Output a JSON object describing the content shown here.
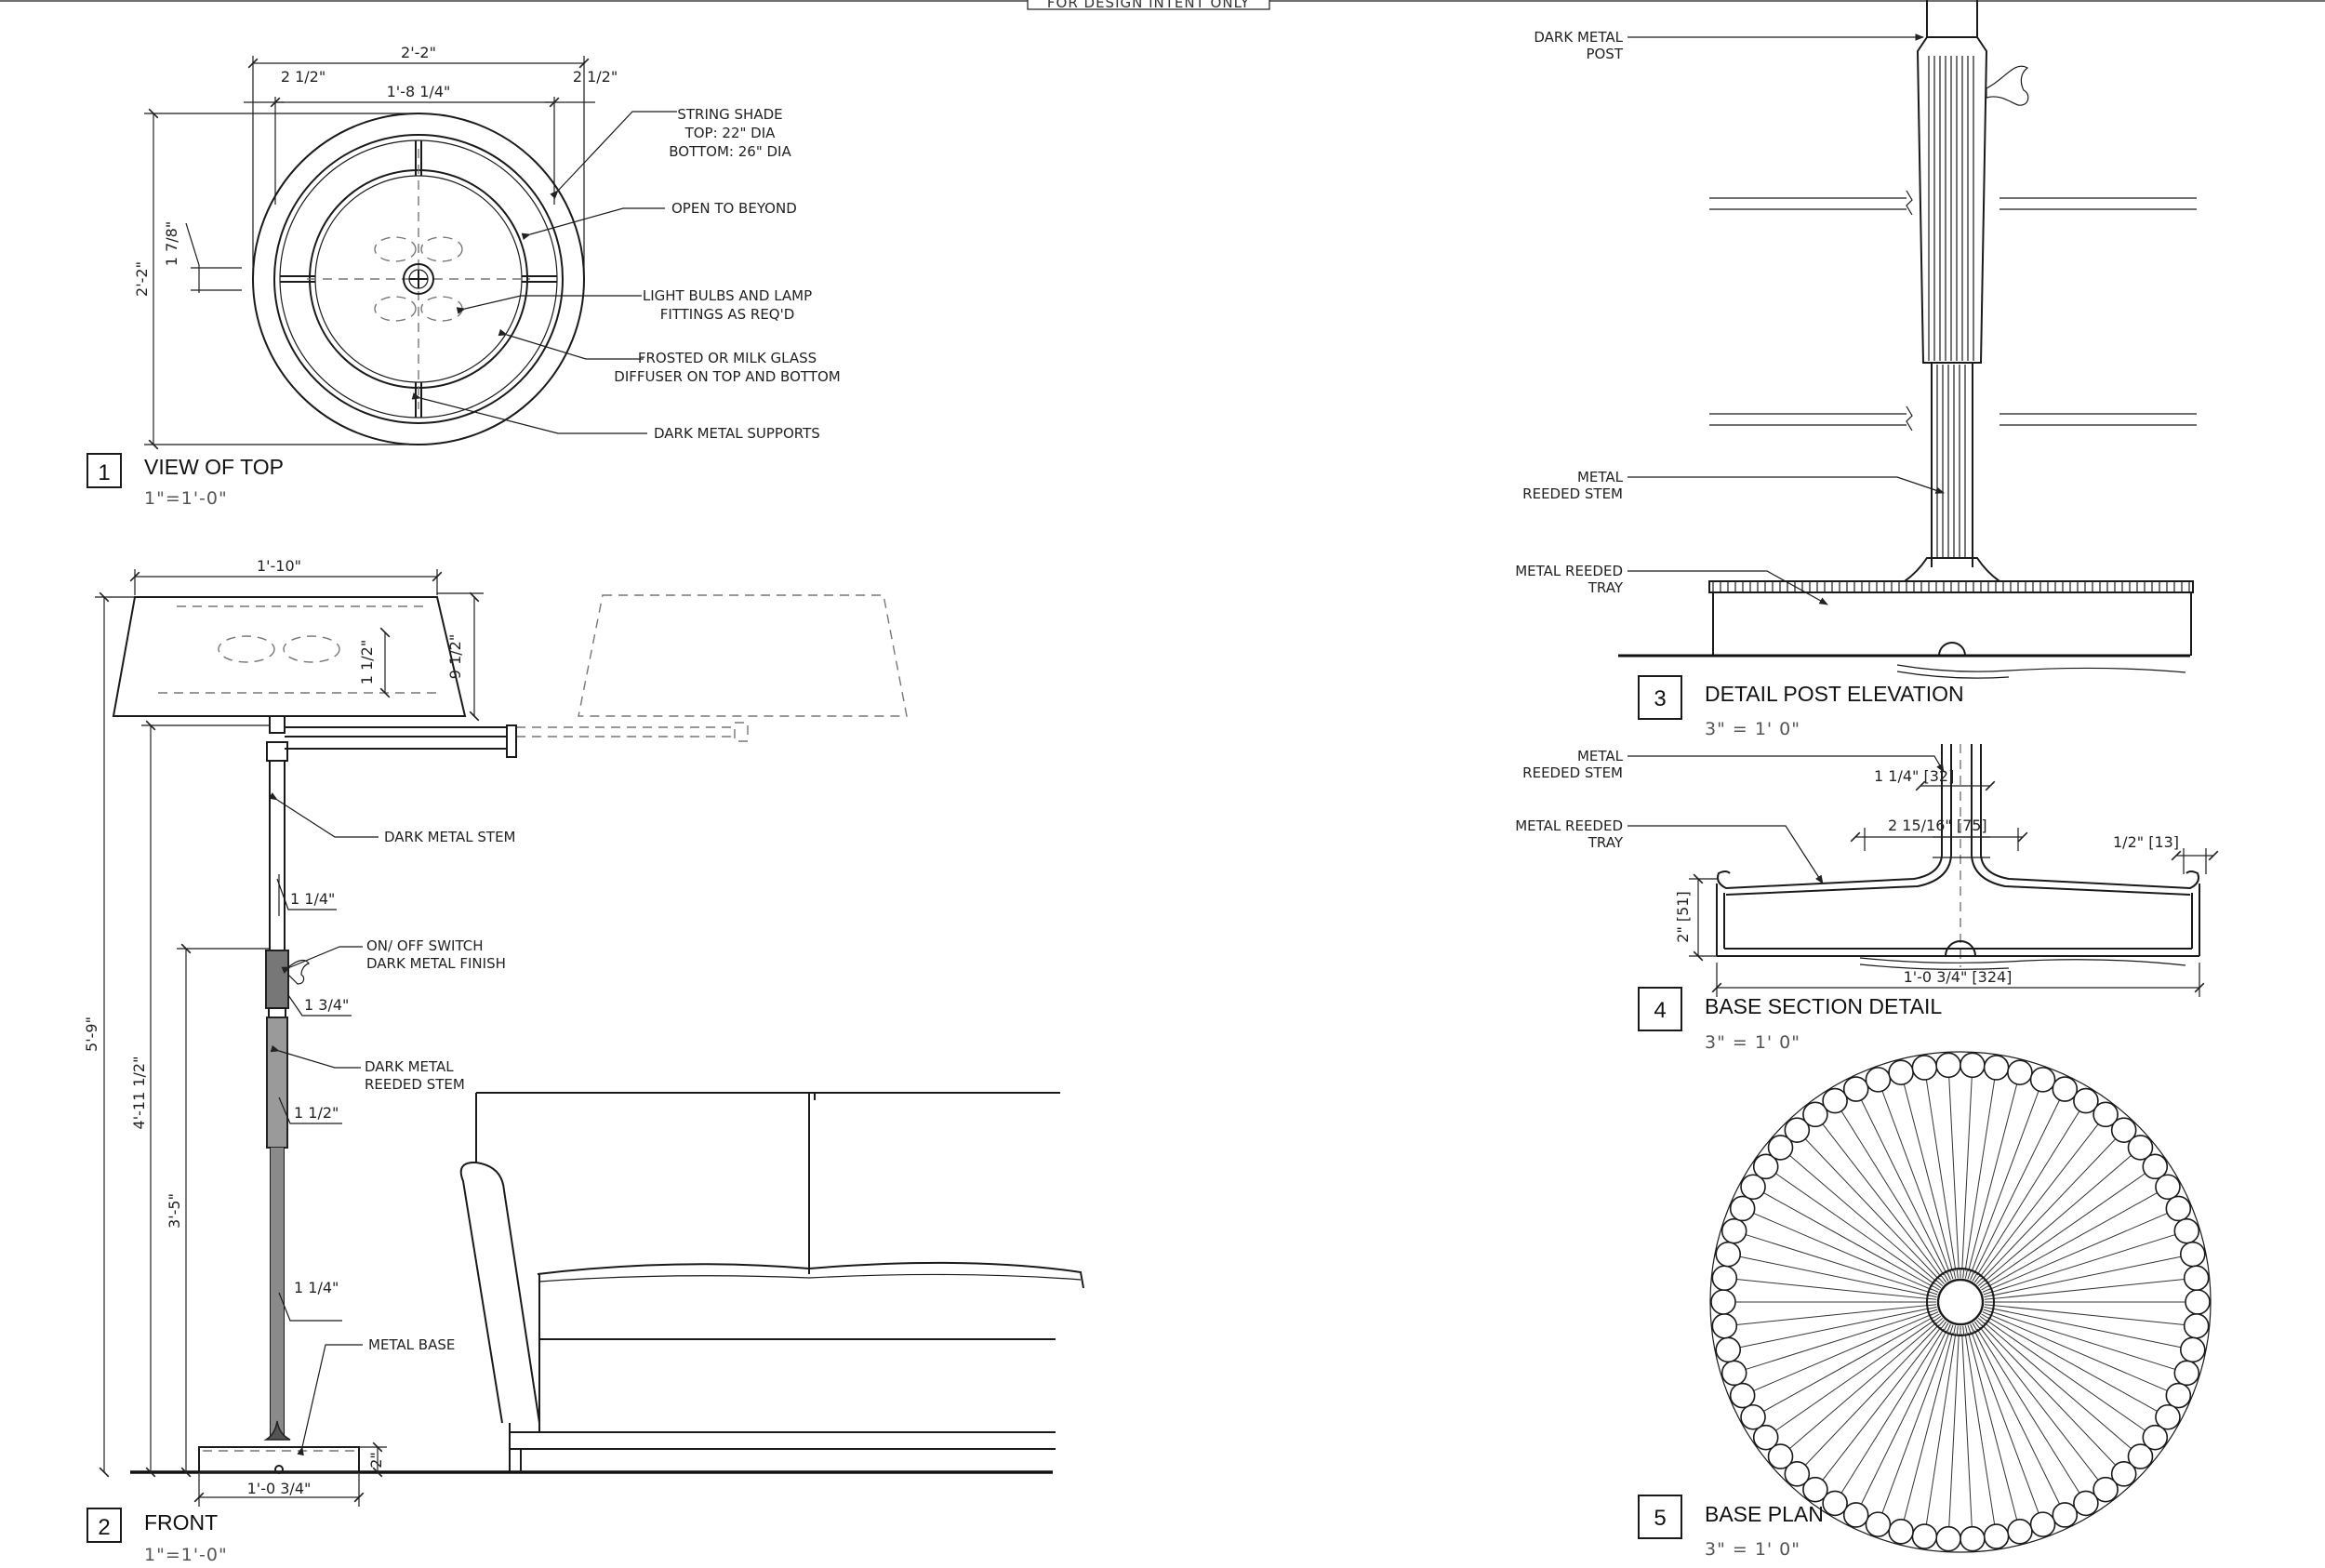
{
  "banner": "FOR DESIGN INTENT ONLY",
  "views": [
    {
      "number": "1",
      "title": "VIEW OF TOP",
      "scale": "1\"=1'-0\""
    },
    {
      "number": "2",
      "title": "FRONT",
      "scale": "1\"=1'-0\""
    },
    {
      "number": "3",
      "title": "DETAIL POST ELEVATION",
      "scale": "3\" = 1' 0\""
    },
    {
      "number": "4",
      "title": "BASE SECTION DETAIL",
      "scale": "3\" = 1' 0\""
    },
    {
      "number": "5",
      "title": "BASE PLAN",
      "scale": "3\" = 1' 0\""
    }
  ],
  "view1": {
    "dims": {
      "overall": "2'-2\"",
      "inner": "1'-8 1/4\"",
      "left_offset": "2 1/2\"",
      "right_offset": "2 1/2\"",
      "height": "2'-2\"",
      "small": "1 7/8\""
    },
    "notes": {
      "shade": [
        "STRING SHADE",
        "TOP: 22\" DIA",
        "BOTTOM: 26\" DIA"
      ],
      "open": "OPEN TO BEYOND",
      "bulbs": [
        "LIGHT BULBS AND LAMP",
        "FITTINGS AS REQ'D"
      ],
      "diffuser": [
        "FROSTED OR MILK GLASS",
        "DIFFUSER ON TOP AND BOTTOM"
      ],
      "supports": "DARK METAL SUPPORTS"
    }
  },
  "view2": {
    "dims": {
      "shade_width": "1'-10\"",
      "shade_height": "9 1/2\"",
      "fitting": "1 1/2\"",
      "overall_height": "5'-9\"",
      "arm_height": "4'-11 1/2\"",
      "switch_height": "3'-5\"",
      "d1": "1 1/4\"",
      "d2": "1 3/4\"",
      "d3": "1 1/2\"",
      "d4": "1 1/4\"",
      "base_width": "1'-0 3/4\"",
      "base_height": "2\""
    },
    "notes": {
      "stem": "DARK METAL STEM",
      "switch": [
        "ON/ OFF SWITCH",
        "DARK METAL FINISH"
      ],
      "reeded": [
        "DARK METAL",
        "REEDED STEM"
      ],
      "base": "METAL BASE"
    }
  },
  "view3": {
    "notes": {
      "post": [
        "DARK METAL",
        "POST"
      ],
      "stem": [
        "METAL",
        "REEDED STEM"
      ],
      "tray": [
        "METAL REEDED",
        "TRAY"
      ]
    }
  },
  "view4": {
    "dims": {
      "stem": "1 1/4\" [32]",
      "neck": "2 15/16\" [75]",
      "lip": "1/2\" [13]",
      "height": "2\" [51]",
      "width": "1'-0 3/4\" [324]"
    },
    "notes": {
      "stem": [
        "METAL",
        "REEDED STEM"
      ],
      "tray": [
        "METAL REEDED",
        "TRAY"
      ]
    }
  }
}
